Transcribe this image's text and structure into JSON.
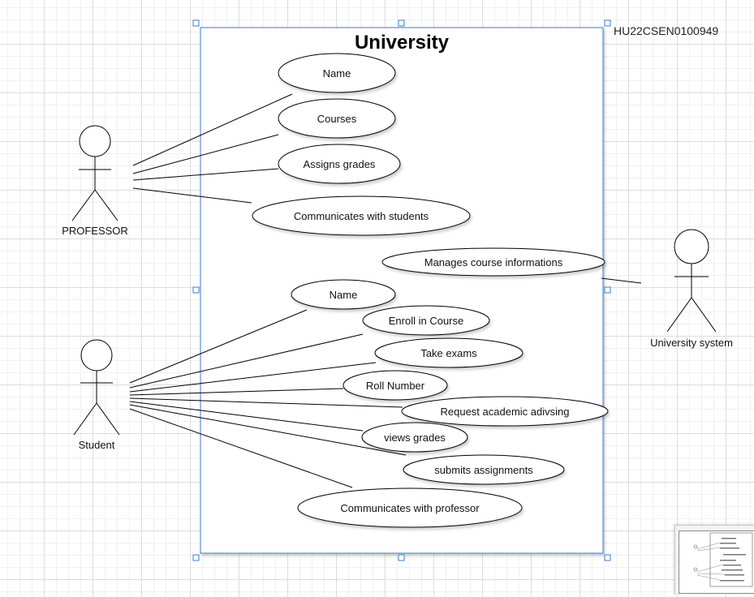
{
  "diagram_id": "HU22CSEN0100949",
  "system": {
    "title": "University"
  },
  "actors": {
    "professor": "PROFESSOR",
    "student": "Student",
    "university_system": "University system"
  },
  "professor_use_cases": [
    "Name",
    "Courses",
    "Assigns grades",
    "Communicates with students"
  ],
  "system_use_cases": [
    "Manages course informations"
  ],
  "student_use_cases": [
    "Name",
    "Enroll in Course",
    "Take exams",
    "Roll Number",
    "Request academic adivsing",
    "views grades",
    "submits assignments",
    "Communicates with professor"
  ],
  "colors": {
    "selection": "#3a7bd5",
    "stroke": "#000000",
    "grid": "#dcdcdc"
  }
}
